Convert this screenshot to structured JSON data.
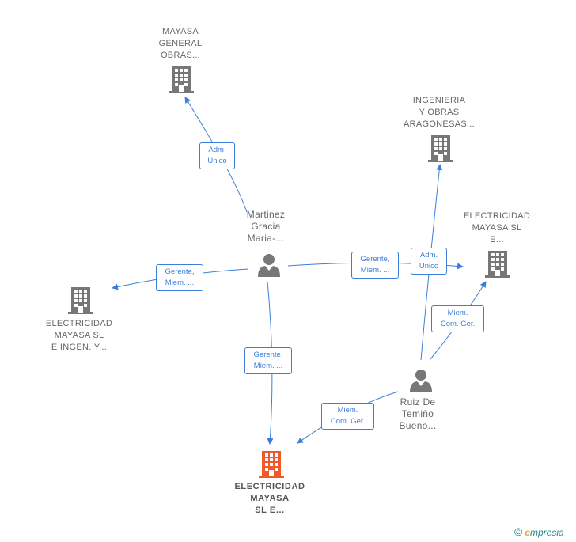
{
  "colors": {
    "edge": "#3b7fd9",
    "node": "#777777",
    "main_node": "#f05a28",
    "brand_teal": "#1f8a8a",
    "brand_orange": "#e8a33b"
  },
  "nodes": {
    "mayasa_general": {
      "type": "company",
      "lines": [
        "MAYASA",
        "GENERAL",
        "OBRAS..."
      ]
    },
    "ingenieria": {
      "type": "company",
      "lines": [
        "INGENIERIA",
        "Y OBRAS",
        "ARAGONESAS..."
      ]
    },
    "elec_right": {
      "type": "company",
      "lines": [
        "ELECTRICIDAD",
        "MAYASA SL",
        "E..."
      ]
    },
    "elec_left": {
      "type": "company",
      "lines": [
        "ELECTRICIDAD",
        "MAYASA SL",
        "E INGEN.  Y..."
      ]
    },
    "elec_main": {
      "type": "company-main",
      "lines": [
        "ELECTRICIDAD",
        "MAYASA",
        "SL E..."
      ]
    },
    "martinez": {
      "type": "person",
      "lines": [
        "Martinez",
        "Gracia",
        "Maria-..."
      ]
    },
    "ruiz": {
      "type": "person",
      "lines": [
        "Ruiz De",
        "Temiño",
        "Bueno..."
      ]
    }
  },
  "edges": [
    {
      "id": "martinez-mayasa-general",
      "label": [
        "Adm.",
        "Unico"
      ]
    },
    {
      "id": "martinez-elec-left",
      "label": [
        "Gerente,",
        "Miem. ..."
      ]
    },
    {
      "id": "martinez-elec-right",
      "label": [
        "Gerente,",
        "Miem. ..."
      ]
    },
    {
      "id": "martinez-elec-main",
      "label": [
        "Gerente,",
        "Miem. ..."
      ]
    },
    {
      "id": "ruiz-ingenieria",
      "label": [
        "Adm.",
        "Unico"
      ]
    },
    {
      "id": "ruiz-elec-right",
      "label": [
        "Miem.",
        "Com. Ger."
      ]
    },
    {
      "id": "ruiz-elec-main",
      "label": [
        "Miem.",
        "Com. Ger."
      ]
    }
  ],
  "brand": {
    "copyright": "©",
    "initial": "e",
    "rest": "mpresia"
  }
}
